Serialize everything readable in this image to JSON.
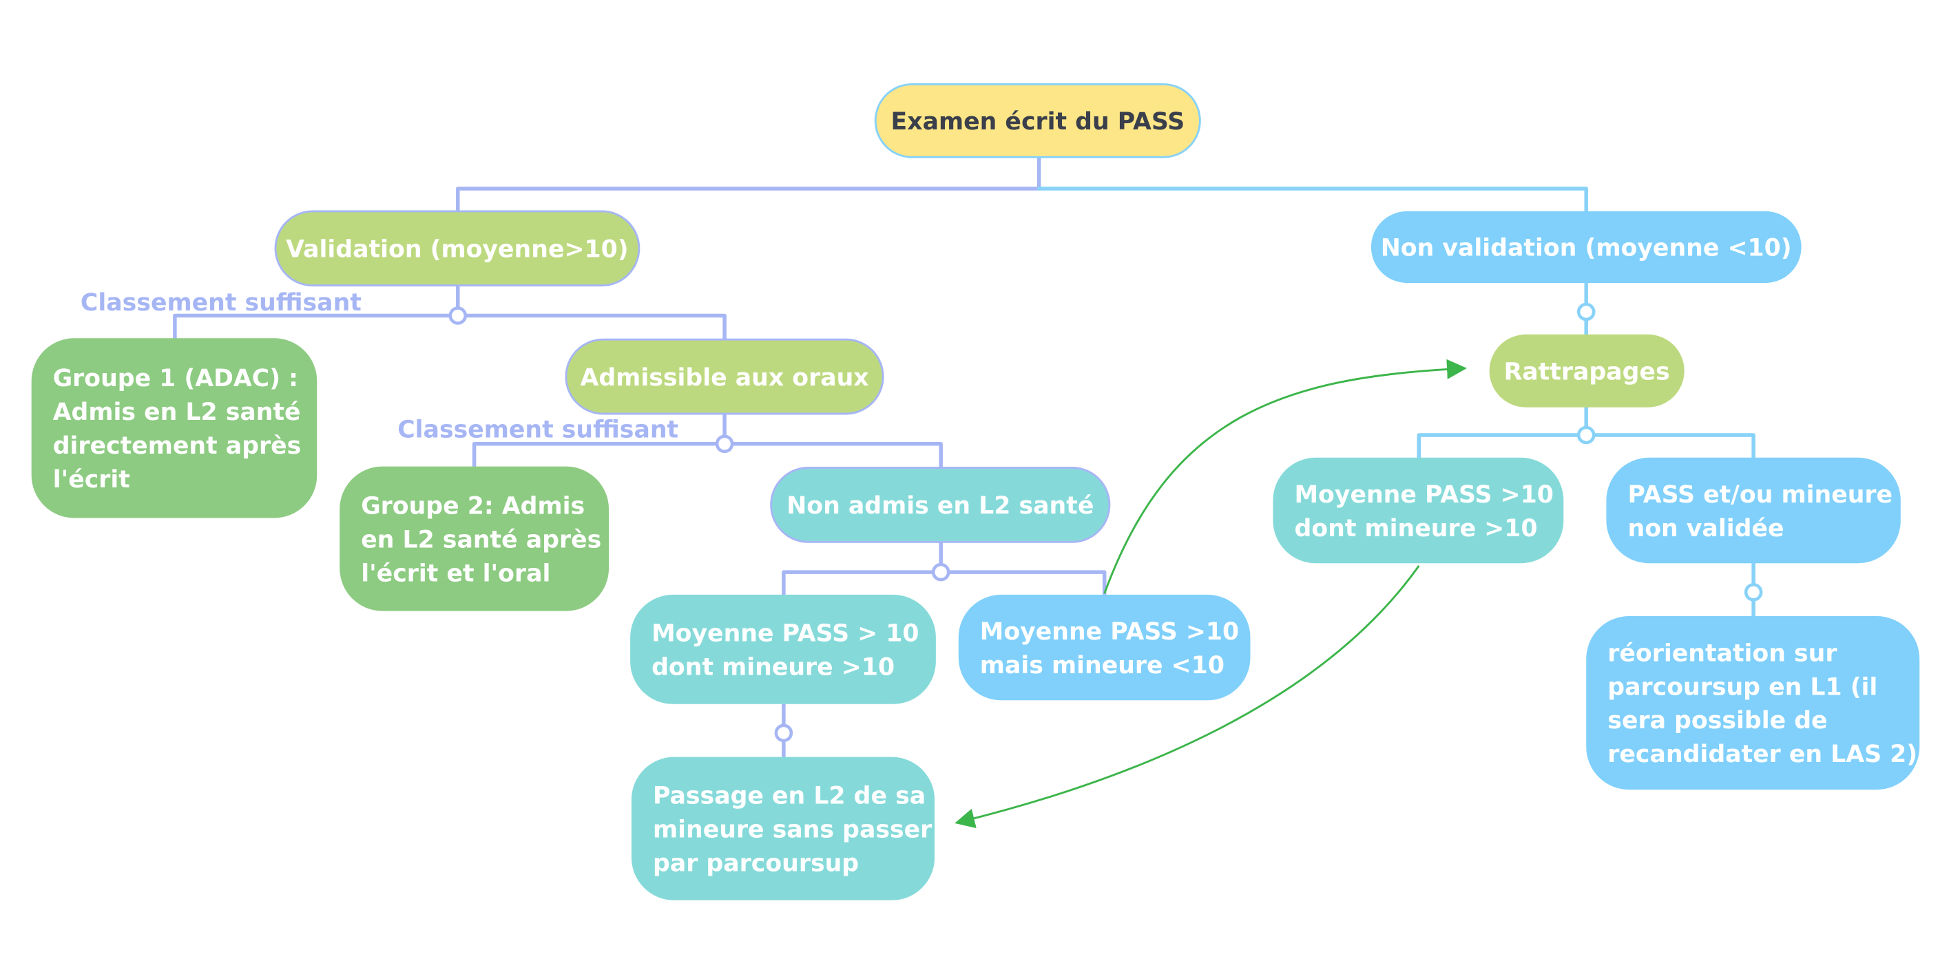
{
  "colors": {
    "yellow": "#fde687",
    "lime": "#bdd97f",
    "green": "#8dcb82",
    "teal": "#85dad9",
    "sky": "#80d0fb",
    "line_blue": "#a6b6f4",
    "line_sky": "#88d2f8",
    "arrow_green": "#3cb54a",
    "label_blue": "#a6b6f4",
    "text_dark": "#3a3f4b",
    "text_white": "#ffffff"
  },
  "nodes": {
    "root": {
      "lines": [
        "Examen écrit du PASS"
      ]
    },
    "validation": {
      "lines": [
        "Validation (moyenne>10)"
      ]
    },
    "non_validation": {
      "lines": [
        "Non validation (moyenne <10)"
      ]
    },
    "groupe1": {
      "lines": [
        "Groupe 1 (ADAC) :",
        "Admis en L2 santé",
        "directement après",
        "l'écrit"
      ]
    },
    "admissible": {
      "lines": [
        "Admissible aux oraux"
      ]
    },
    "groupe2": {
      "lines": [
        "Groupe 2: Admis",
        "en L2 santé après",
        "l'écrit et l'oral"
      ]
    },
    "non_admis": {
      "lines": [
        "Non admis en L2 santé"
      ]
    },
    "moy_mineure_sup": {
      "lines": [
        "Moyenne PASS > 10",
        "dont mineure >10"
      ]
    },
    "moy_mineure_inf": {
      "lines": [
        "Moyenne PASS >10",
        "mais mineure <10"
      ]
    },
    "passage": {
      "lines": [
        "Passage en L2 de sa",
        "mineure sans passer",
        "par parcoursup"
      ]
    },
    "rattrapages": {
      "lines": [
        "Rattrapages"
      ]
    },
    "ratt_moy": {
      "lines": [
        "Moyenne PASS >10",
        "dont mineure >10"
      ]
    },
    "ratt_non_valid": {
      "lines": [
        "PASS et/ou mineure",
        "non validée"
      ]
    },
    "reorientation": {
      "lines": [
        "réorientation sur",
        "parcoursup en L1 (il",
        "sera possible de",
        "recandidater en LAS 2)"
      ]
    }
  },
  "labels": {
    "classement1": "Classement suffisant",
    "classement2": "Classement suffisant"
  }
}
